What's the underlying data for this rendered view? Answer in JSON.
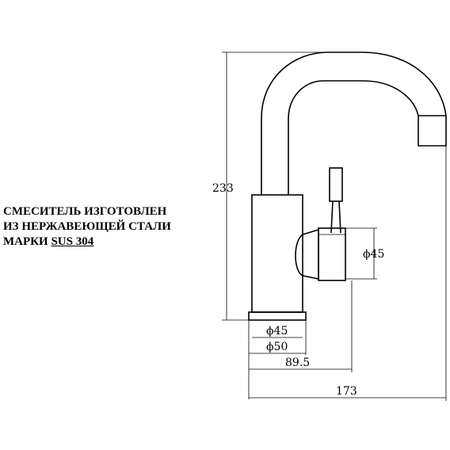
{
  "caption": {
    "line1": "СМЕСИТЕЛЬ ИЗГОТОВЛЕН",
    "line2": "ИЗ НЕРЖАВЕЮЩЕЙ СТАЛИ",
    "line3_prefix": "МАРКИ",
    "line3_grade": "SUS 304"
  },
  "dimensions": {
    "height": "233",
    "handle_diameter": "ϕ45",
    "base_inner_diameter": "ϕ45",
    "base_outer_diameter": "ϕ50",
    "body_offset": "89.5",
    "spout_reach": "173"
  }
}
